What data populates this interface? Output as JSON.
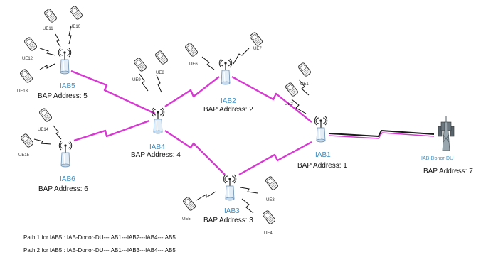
{
  "nodes": {
    "iab5": {
      "name": "IAB5",
      "bap": "BAP Address: 5"
    },
    "iab4": {
      "name": "IAB4",
      "bap": "BAP Address: 4"
    },
    "iab2": {
      "name": "IAB2",
      "bap": "BAP Address: 2"
    },
    "iab6": {
      "name": "IAB6",
      "bap": "BAP Address: 6"
    },
    "iab1": {
      "name": "IAB1",
      "bap": "BAP Address: 1"
    },
    "iab3": {
      "name": "IAB3",
      "bap": "BAP Address: 3"
    },
    "donor": {
      "name": "IAB-Donor-DU",
      "bap": "BAP Address: 7"
    }
  },
  "ues": {
    "ue1": "UE1",
    "ue2": "UE2",
    "ue3": "UE3",
    "ue4": "UE4",
    "ue5": "UE5",
    "ue6": "UE6",
    "ue7": "UE7",
    "ue8": "UE8",
    "ue9": "UE9",
    "ue10": "UE10",
    "ue11": "UE11",
    "ue12": "UE12",
    "ue13": "UE13",
    "ue14": "UE14",
    "ue15": "UE15"
  },
  "paths": [
    "Path 1 for IAB5 : IAB-Donor-DU---IAB1---IAB2---IAB4---IAB5",
    "Path 2 for IAB5 : IAB-Donor-DU---IAB1---IAB3---IAB4---IAB5"
  ],
  "colors": {
    "wireless_link": "#d63ad1",
    "donor_link": "#1a1a1a",
    "label_blue": "#3d8fc4"
  }
}
